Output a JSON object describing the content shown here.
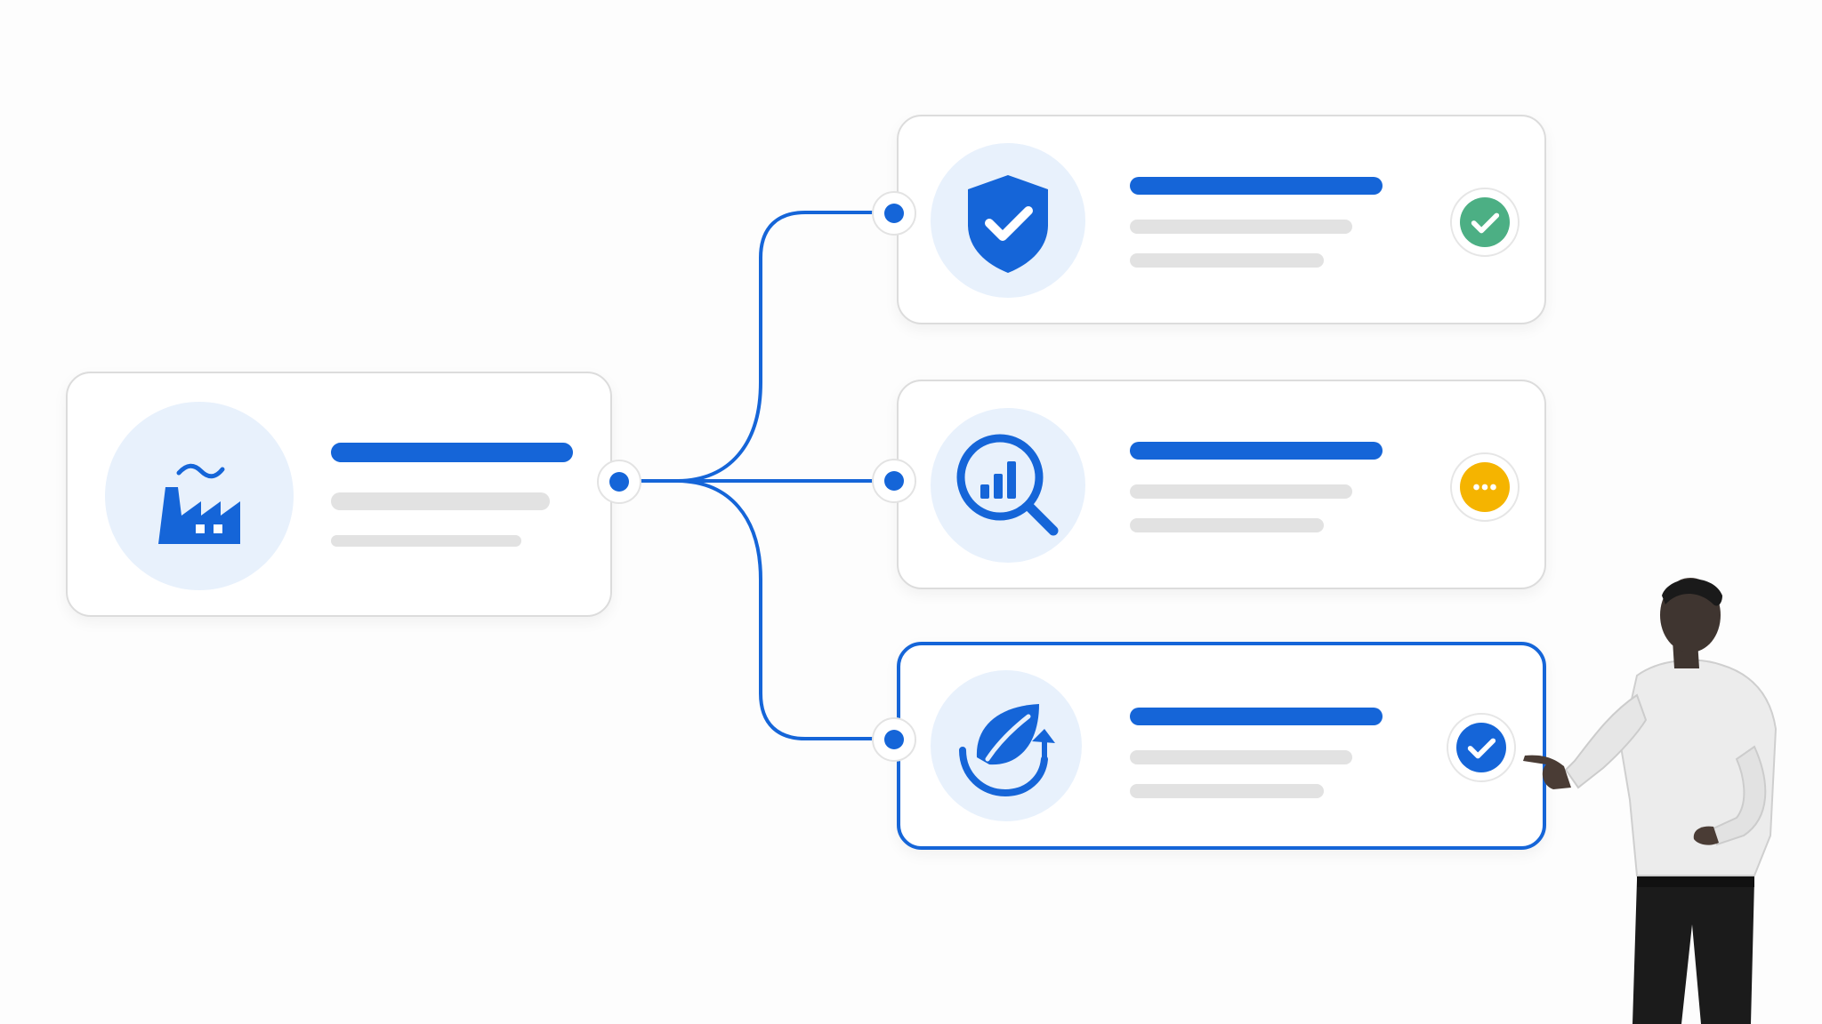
{
  "colors": {
    "accent": "#1565d8",
    "accent_soft": "#e8f1fc",
    "placeholder_line": "#e2e2e2",
    "status_done": "#4caf84",
    "status_pending": "#f5b400",
    "status_selected": "#1565d8"
  },
  "source": {
    "icon": "factory-icon"
  },
  "steps": [
    {
      "icon": "shield-check-icon",
      "status": "done",
      "status_icon": "check-circle-icon"
    },
    {
      "icon": "analytics-search-icon",
      "status": "pending",
      "status_icon": "more-dots-icon"
    },
    {
      "icon": "leaf-recycle-icon",
      "status": "selected",
      "status_icon": "check-circle-icon"
    }
  ],
  "presenter": {
    "icon": "presenter-person-icon"
  }
}
